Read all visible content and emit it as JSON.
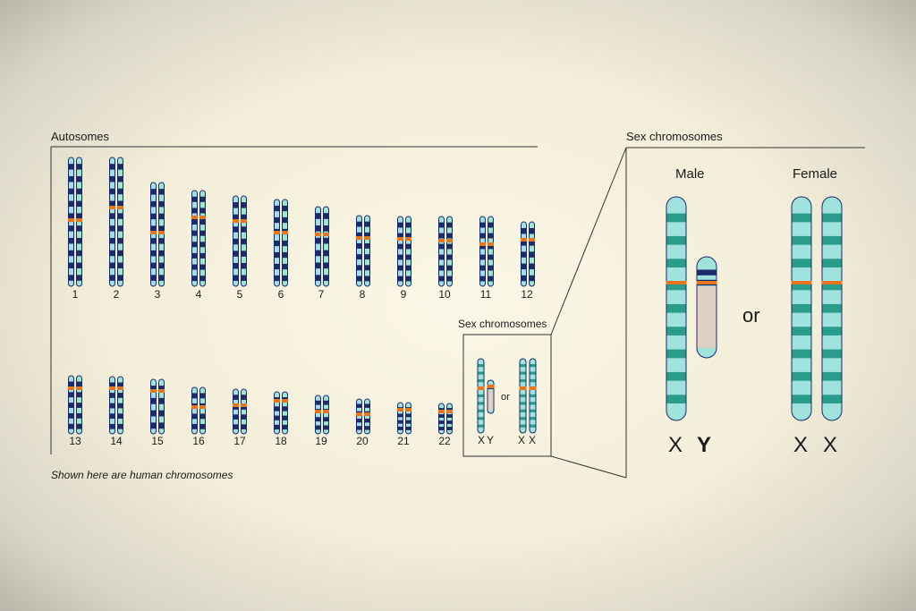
{
  "autosomes_title": "Autosomes",
  "sex_title_small": "Sex chromosomes",
  "sex_title_large": "Sex chromosomes",
  "caption": "Shown here are human chromosomes",
  "male_label": "Male",
  "female_label": "Female",
  "or_small": "or",
  "or_large": "or",
  "xy_small": "XY",
  "xx_small": "XX",
  "x_male": "X",
  "y_male": "Y",
  "x_female_1": "X",
  "x_female_2": "X",
  "chromosome_numbers_row1": [
    "1",
    "2",
    "3",
    "4",
    "5",
    "6",
    "7",
    "8",
    "9",
    "10",
    "11",
    "12"
  ],
  "chromosome_numbers_row2": [
    "13",
    "14",
    "15",
    "16",
    "17",
    "18",
    "19",
    "20",
    "21",
    "22"
  ],
  "colors": {
    "dark_band": "#1b2a6b",
    "light_band": "#9fe3dc",
    "teal": "#2a9d8a",
    "centromere": "#e8741e",
    "pale": "#e0d0c4",
    "outline": "#1b2a6b"
  }
}
